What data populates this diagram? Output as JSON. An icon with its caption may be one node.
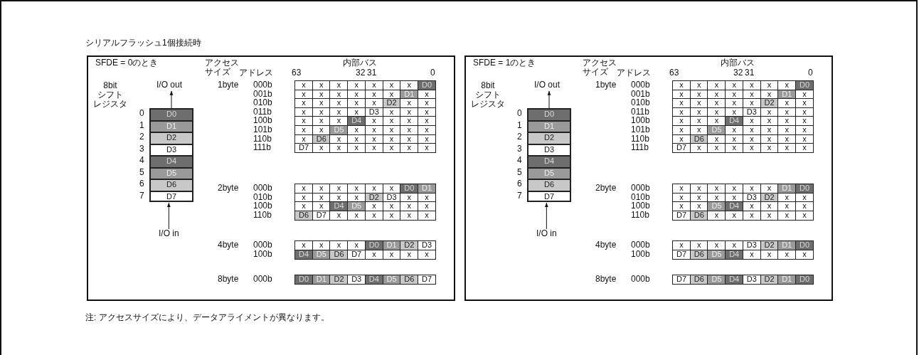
{
  "diagram": {
    "title": "シリアルフラッシュ1個接続時",
    "caption": "注: アクセスサイズにより、データアライメントが異なります。",
    "nodes": [
      {
        "text": [
          "SFDE = 0のとき"
        ]
      },
      {
        "text": [
          "I/O out"
        ],
        "in": 0
      },
      {
        "text": [
          "D0"
        ],
        "in": 0
      },
      {
        "text": [
          "D1"
        ],
        "in": 0
      },
      {
        "text": [
          "D2"
        ],
        "in": 0
      },
      {
        "text": [
          "D3"
        ],
        "in": 0
      },
      {
        "text": [
          "D4"
        ],
        "in": 0
      },
      {
        "text": [
          "D5"
        ],
        "in": 0
      },
      {
        "text": [
          "D6"
        ],
        "in": 0
      },
      {
        "text": [
          "D7"
        ],
        "in": 0
      },
      {
        "text": [
          "I/O in"
        ],
        "in": 0
      },
      {
        "text": [
          "SFDE = 1のとき"
        ]
      },
      {
        "text": [
          "I/O out"
        ],
        "in": 11
      },
      {
        "text": [
          "D0"
        ],
        "in": 11
      },
      {
        "text": [
          "D1"
        ],
        "in": 11
      },
      {
        "text": [
          "D2"
        ],
        "in": 11
      },
      {
        "text": [
          "D3"
        ],
        "in": 11
      },
      {
        "text": [
          "D4"
        ],
        "in": 11
      },
      {
        "text": [
          "D5"
        ],
        "in": 11
      },
      {
        "text": [
          "D6"
        ],
        "in": 11
      },
      {
        "text": [
          "D7"
        ],
        "in": 11
      },
      {
        "text": [
          "I/O in"
        ],
        "in": 11
      }
    ],
    "edges": [
      {
        "from": 2,
        "to": 1,
        "arrow": "to"
      },
      {
        "from": 10,
        "to": 9,
        "arrow": "to"
      },
      {
        "from": 13,
        "to": 12,
        "arrow": "to"
      },
      {
        "from": 21,
        "to": 20,
        "arrow": "to"
      }
    ],
    "labels": [
      "8bitシフトレジスタ",
      "0",
      "1",
      "2",
      "3",
      "4",
      "5",
      "6",
      "7",
      "アクセスサイズ",
      "内部バス",
      "アドレス",
      "63",
      "32",
      "31",
      "0",
      "1byte",
      "000b",
      "x",
      "x",
      "x",
      "x",
      "x",
      "x",
      "x",
      "D0",
      "001b",
      "x",
      "x",
      "x",
      "x",
      "x",
      "x",
      "D1",
      "x",
      "010b",
      "x",
      "x",
      "x",
      "x",
      "x",
      "D2",
      "x",
      "x",
      "011b",
      "x",
      "x",
      "x",
      "x",
      "D3",
      "x",
      "x",
      "x",
      "100b",
      "x",
      "x",
      "x",
      "D4",
      "x",
      "x",
      "x",
      "x",
      "101b",
      "x",
      "x",
      "D5",
      "x",
      "x",
      "x",
      "x",
      "x",
      "110b",
      "x",
      "D6",
      "x",
      "x",
      "x",
      "x",
      "x",
      "x",
      "111b",
      "D7",
      "x",
      "x",
      "x",
      "x",
      "x",
      "x",
      "x",
      "2byte",
      "000b",
      "x",
      "x",
      "x",
      "x",
      "x",
      "x",
      "D0",
      "D1",
      "010b",
      "x",
      "x",
      "x",
      "x",
      "D2",
      "D3",
      "x",
      "x",
      "100b",
      "x",
      "x",
      "D4",
      "D5",
      "x",
      "x",
      "x",
      "x",
      "110b",
      "D6",
      "D7",
      "x",
      "x",
      "x",
      "x",
      "x",
      "x",
      "4byte",
      "000b",
      "x",
      "x",
      "x",
      "x",
      "D0",
      "D1",
      "D2",
      "D3",
      "100b",
      "D4",
      "D5",
      "D6",
      "D7",
      "x",
      "x",
      "x",
      "x",
      "8byte",
      "000b",
      "D0",
      "D1",
      "D2",
      "D3",
      "D4",
      "D5",
      "D6",
      "D7",
      "8bitシフトレジスタ",
      "0",
      "1",
      "2",
      "3",
      "4",
      "5",
      "6",
      "7",
      "アクセスサイズ",
      "内部バス",
      "アドレス",
      "63",
      "32",
      "31",
      "0",
      "1byte",
      "000b",
      "x",
      "x",
      "x",
      "x",
      "x",
      "x",
      "x",
      "D0",
      "001b",
      "x",
      "x",
      "x",
      "x",
      "x",
      "x",
      "D1",
      "x",
      "010b",
      "x",
      "x",
      "x",
      "x",
      "x",
      "D2",
      "x",
      "x",
      "011b",
      "x",
      "x",
      "x",
      "x",
      "D3",
      "x",
      "x",
      "x",
      "100b",
      "x",
      "x",
      "x",
      "D4",
      "x",
      "x",
      "x",
      "x",
      "101b",
      "x",
      "x",
      "D5",
      "x",
      "x",
      "x",
      "x",
      "x",
      "110b",
      "x",
      "D6",
      "x",
      "x",
      "x",
      "x",
      "x",
      "x",
      "111b",
      "D7",
      "x",
      "x",
      "x",
      "x",
      "x",
      "x",
      "x",
      "2byte",
      "000b",
      "x",
      "x",
      "x",
      "x",
      "x",
      "x",
      "D1",
      "D0",
      "010b",
      "x",
      "x",
      "x",
      "x",
      "D3",
      "D2",
      "x",
      "x",
      "100b",
      "x",
      "x",
      "D5",
      "D4",
      "x",
      "x",
      "x",
      "x",
      "110b",
      "D7",
      "D6",
      "x",
      "x",
      "x",
      "x",
      "x",
      "x",
      "4byte",
      "000b",
      "x",
      "x",
      "x",
      "x",
      "D3",
      "D2",
      "D1",
      "D0",
      "100b",
      "D7",
      "D6",
      "D5",
      "D4",
      "x",
      "x",
      "x",
      "x",
      "8byte",
      "000b",
      "D7",
      "D6",
      "D5",
      "D4",
      "D3",
      "D2",
      "D1",
      "D0"
    ]
  }
}
